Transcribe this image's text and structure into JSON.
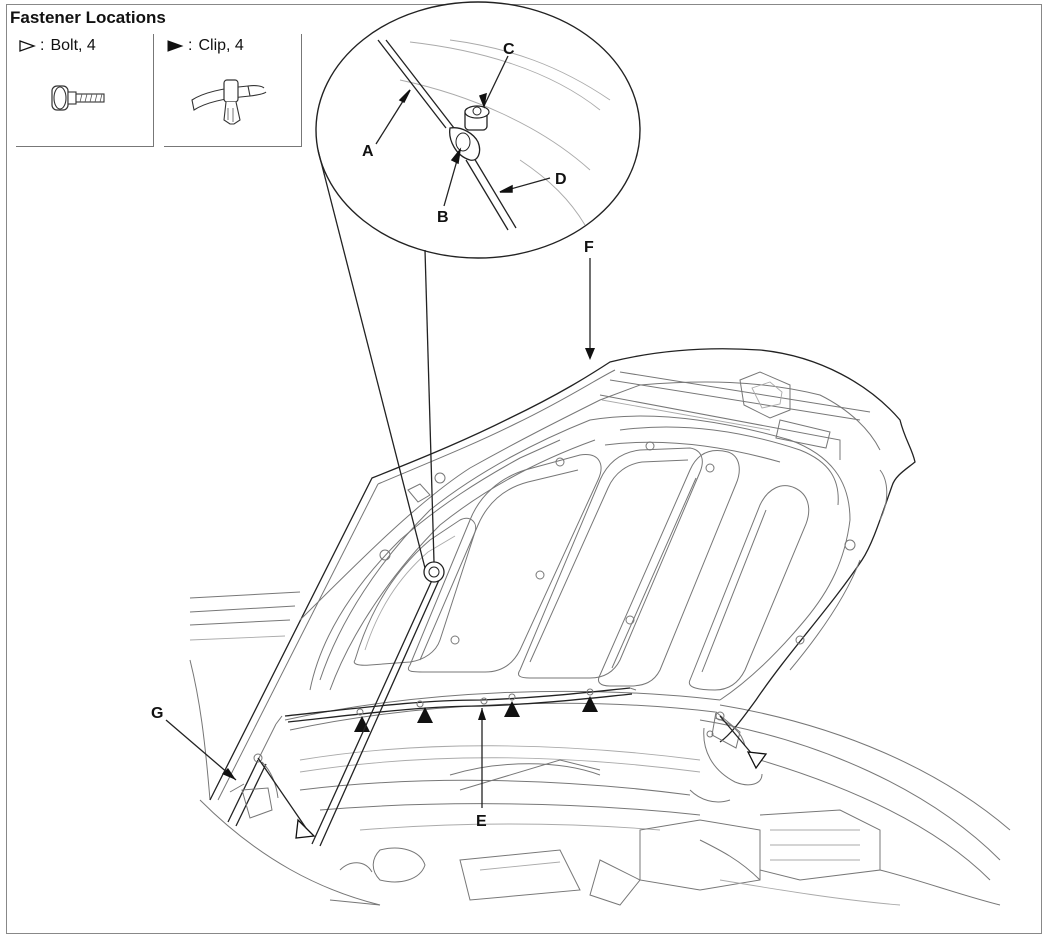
{
  "title": "Fastener Locations",
  "legend": {
    "bolt": {
      "sep": ":",
      "text": "Bolt, 4",
      "symbol": "outline-triangle"
    },
    "clip": {
      "sep": ":",
      "text": "Clip, 4",
      "symbol": "filled-triangle"
    }
  },
  "callouts": {
    "a": "A",
    "b": "B",
    "c": "C",
    "d": "D",
    "e": "E",
    "f": "F",
    "g": "G"
  }
}
